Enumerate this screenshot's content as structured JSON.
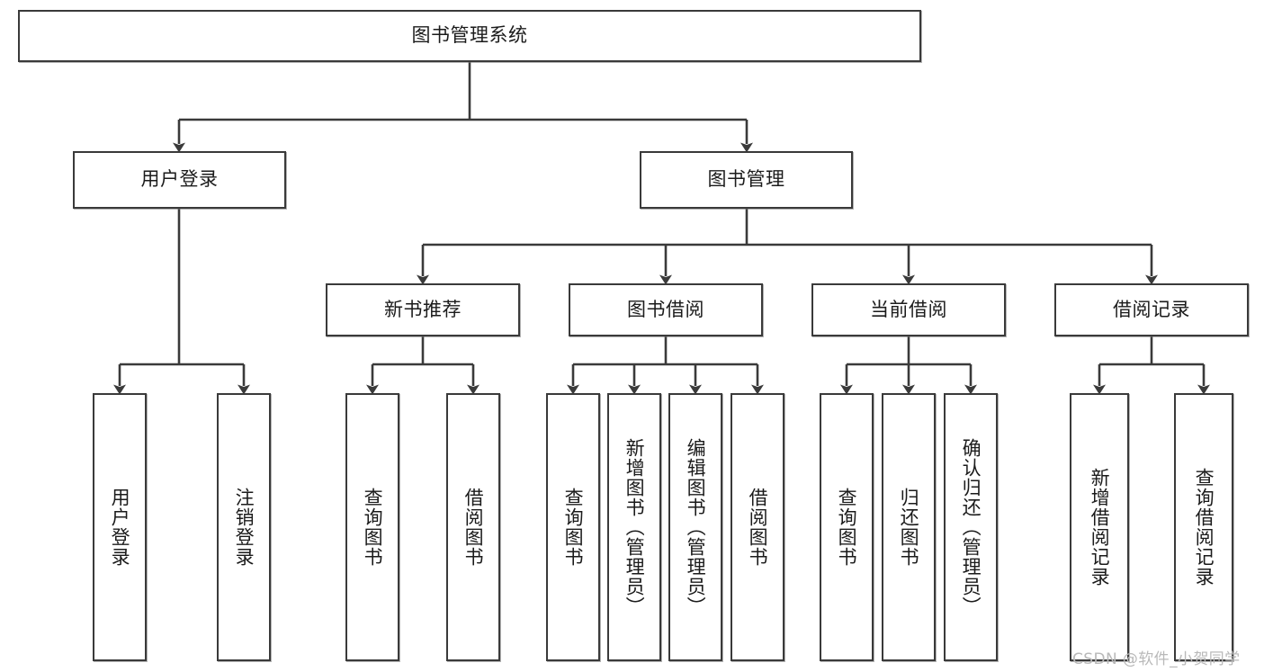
{
  "diagram": {
    "type": "tree",
    "title": "图书管理系统",
    "orientation": "top-down",
    "colors": {
      "box_border": "#3a3a3a",
      "box_fill": "#ffffff",
      "line": "#3a3a3a",
      "text": "#1b1b1b",
      "watermark": "#b9b9b9"
    },
    "nodes": {
      "root": {
        "label": "图书管理系统",
        "level": 1
      },
      "user_login": {
        "label": "用户登录",
        "level": 2
      },
      "book_manage": {
        "label": "图书管理",
        "level": 2
      },
      "new_book_rec": {
        "label": "新书推荐",
        "level": 3
      },
      "book_borrow": {
        "label": "图书借阅",
        "level": 3
      },
      "current_borrow": {
        "label": "当前借阅",
        "level": 3
      },
      "borrow_record": {
        "label": "借阅记录",
        "level": 3
      },
      "leaf_user_login": {
        "label": "用户登录",
        "level": 4
      },
      "leaf_logout_login": {
        "label": "注销登录",
        "level": 4
      },
      "leaf_query_book_1": {
        "label": "查询图书",
        "level": 4
      },
      "leaf_borrow_book_1": {
        "label": "借阅图书",
        "level": 4
      },
      "leaf_query_book_2": {
        "label": "查询图书",
        "level": 4
      },
      "leaf_add_book": {
        "label": "新增图书（管理员）",
        "level": 4
      },
      "leaf_edit_book": {
        "label": "编辑图书（管理员）",
        "level": 4
      },
      "leaf_borrow_book_2": {
        "label": "借阅图书",
        "level": 4
      },
      "leaf_query_book_3": {
        "label": "查询图书",
        "level": 4
      },
      "leaf_return_book": {
        "label": "归还图书",
        "level": 4
      },
      "leaf_confirm_return": {
        "label": "确认归还（管理员）",
        "level": 4
      },
      "leaf_add_record": {
        "label": "新增借阅记录",
        "level": 4
      },
      "leaf_query_record": {
        "label": "查询借阅记录",
        "level": 4
      }
    },
    "edges": [
      {
        "from": "root",
        "to": "user_login"
      },
      {
        "from": "root",
        "to": "book_manage"
      },
      {
        "from": "user_login",
        "to": "leaf_user_login"
      },
      {
        "from": "user_login",
        "to": "leaf_logout_login"
      },
      {
        "from": "book_manage",
        "to": "new_book_rec"
      },
      {
        "from": "book_manage",
        "to": "book_borrow"
      },
      {
        "from": "book_manage",
        "to": "current_borrow"
      },
      {
        "from": "book_manage",
        "to": "borrow_record"
      },
      {
        "from": "new_book_rec",
        "to": "leaf_query_book_1"
      },
      {
        "from": "new_book_rec",
        "to": "leaf_borrow_book_1"
      },
      {
        "from": "book_borrow",
        "to": "leaf_query_book_2"
      },
      {
        "from": "book_borrow",
        "to": "leaf_add_book"
      },
      {
        "from": "book_borrow",
        "to": "leaf_edit_book"
      },
      {
        "from": "book_borrow",
        "to": "leaf_borrow_book_2"
      },
      {
        "from": "current_borrow",
        "to": "leaf_query_book_3"
      },
      {
        "from": "current_borrow",
        "to": "leaf_return_book"
      },
      {
        "from": "current_borrow",
        "to": "leaf_confirm_return"
      },
      {
        "from": "borrow_record",
        "to": "leaf_add_record"
      },
      {
        "from": "borrow_record",
        "to": "leaf_query_record"
      }
    ]
  },
  "watermark": {
    "text": "CSDN @软件_小贺同学"
  }
}
